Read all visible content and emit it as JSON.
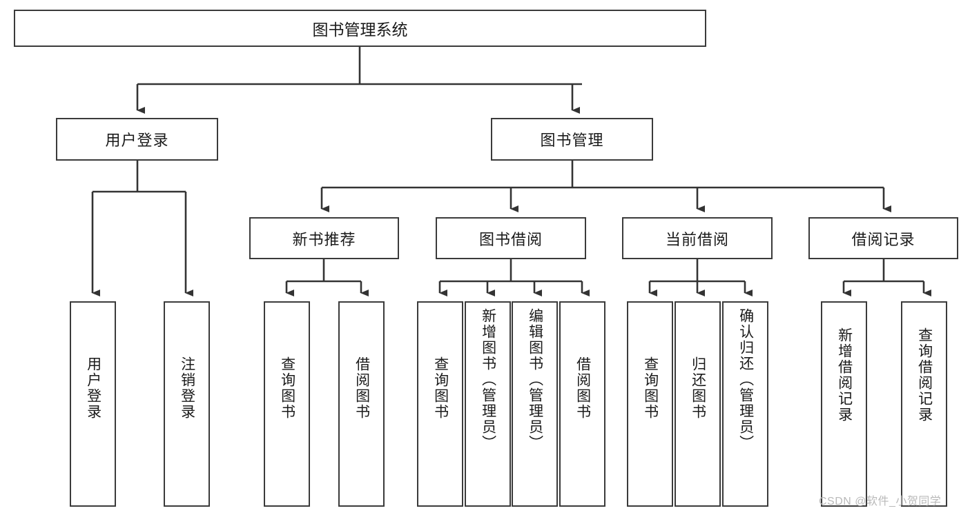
{
  "diagram": {
    "type": "tree-hierarchy",
    "title": "图书管理系统",
    "root": {
      "id": "root",
      "label": "图书管理系统"
    },
    "level2": [
      {
        "id": "user-login",
        "label": "用户登录"
      },
      {
        "id": "book-manage",
        "label": "图书管理"
      }
    ],
    "level3": [
      {
        "id": "new-book-rec",
        "label": "新书推荐"
      },
      {
        "id": "book-borrow",
        "label": "图书借阅"
      },
      {
        "id": "current-borrow",
        "label": "当前借阅"
      },
      {
        "id": "borrow-record",
        "label": "借阅记录"
      }
    ],
    "leaves": [
      {
        "id": "leaf-1",
        "parent": "user-login",
        "label": "用户登录"
      },
      {
        "id": "leaf-2",
        "parent": "user-login",
        "label": "注销登录"
      },
      {
        "id": "leaf-3",
        "parent": "new-book-rec",
        "label": "查询图书"
      },
      {
        "id": "leaf-4",
        "parent": "new-book-rec",
        "label": "借阅图书"
      },
      {
        "id": "leaf-5",
        "parent": "book-borrow",
        "label": "查询图书"
      },
      {
        "id": "leaf-6",
        "parent": "book-borrow",
        "label": "新增图书（管理员）"
      },
      {
        "id": "leaf-7",
        "parent": "book-borrow",
        "label": "编辑图书（管理员）"
      },
      {
        "id": "leaf-8",
        "parent": "book-borrow",
        "label": "借阅图书"
      },
      {
        "id": "leaf-9",
        "parent": "current-borrow",
        "label": "查询图书"
      },
      {
        "id": "leaf-10",
        "parent": "current-borrow",
        "label": "归还图书"
      },
      {
        "id": "leaf-11",
        "parent": "current-borrow",
        "label": "确认归还（管理员）"
      },
      {
        "id": "leaf-12",
        "parent": "borrow-record",
        "label": "新增借阅记录"
      },
      {
        "id": "leaf-13",
        "parent": "borrow-record",
        "label": "查询借阅记录"
      }
    ],
    "colors": {
      "box_border": "#3a3a3a",
      "box_fill": "#ffffff",
      "connector": "#333333",
      "text": "#1a1a1a",
      "watermark": "#b9b9b9",
      "background": "#ffffff"
    }
  },
  "watermark": {
    "text": "CSDN @软件_小贺同学"
  }
}
